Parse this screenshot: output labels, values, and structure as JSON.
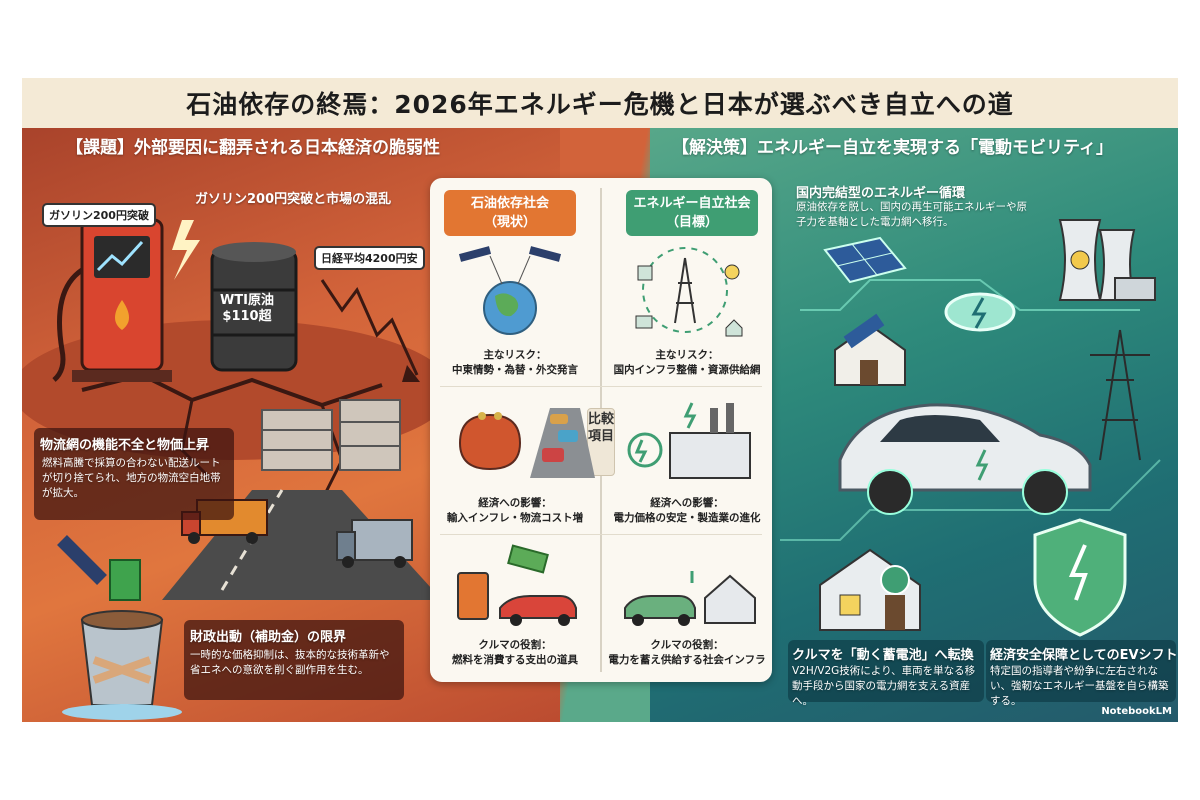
{
  "title": "石油依存の終焉：2026年エネルギー危機と日本が選ぶべき自立への道",
  "left": {
    "header": "【課題】外部要因に翻弄される日本経済の脆弱性",
    "gasoline_tag": "ガソリン200円突破",
    "market_label": "ガソリン200円突破と市場の混乱",
    "nikkei_tag": "日経平均4200円安",
    "barrel_text": "WTI原油 $110超",
    "logistics_title": "物流網の機能不全と物価上昇",
    "logistics_desc": "燃料高騰で採算の合わない配送ルートが切り捨てられ、地方の物流空白地帯が拡大。",
    "fiscal_title": "財政出動（補助金）の限界",
    "fiscal_desc": "一時的な価格抑制は、抜本的な技術革新や省エネへの意欲を削ぐ副作用を生む。"
  },
  "center": {
    "col_left_title": "石油依存社会",
    "col_left_sub": "（現状）",
    "col_right_title": "エネルギー自立社会",
    "col_right_sub": "（目標）",
    "compare_label": "比較項目",
    "rows": [
      {
        "left_label": "主なリスク：",
        "left_value": "中東情勢・為替・外交発言",
        "right_label": "主なリスク：",
        "right_value": "国内インフラ整備・資源供給網"
      },
      {
        "left_label": "経済への影響：",
        "left_value": "輸入インフレ・物流コスト増",
        "right_label": "経済への影響：",
        "right_value": "電力価格の安定・製造業の進化"
      },
      {
        "left_label": "クルマの役割：",
        "left_value": "燃料を消費する支出の道具",
        "right_label": "クルマの役割：",
        "right_value": "電力を蓄え供給する社会インフラ"
      }
    ]
  },
  "right": {
    "header": "【解決策】エネルギー自立を実現する「電動モビリティ」",
    "cycle_title": "国内完結型のエネルギー循環",
    "cycle_desc": "原油依存を脱し、国内の再生可能エネルギーや原子力を基軸とした電力網へ移行。",
    "battery_title": "クルマを「動く蓄電池」へ転換",
    "battery_desc": "V2H/V2G技術により、車両を単なる移動手段から国家の電力網を支える資産へ。",
    "security_title": "経済安全保障としてのEVシフト",
    "security_desc": "特定国の指導者や紛争に左右されない、強靭なエネルギー基盤を自ら構築する。"
  },
  "footer": "NotebookLM",
  "colors": {
    "left_accent": "#c9532f",
    "right_accent": "#2e8a7b",
    "orange_tag": "#e27632",
    "green_tag": "#3f9e73"
  }
}
